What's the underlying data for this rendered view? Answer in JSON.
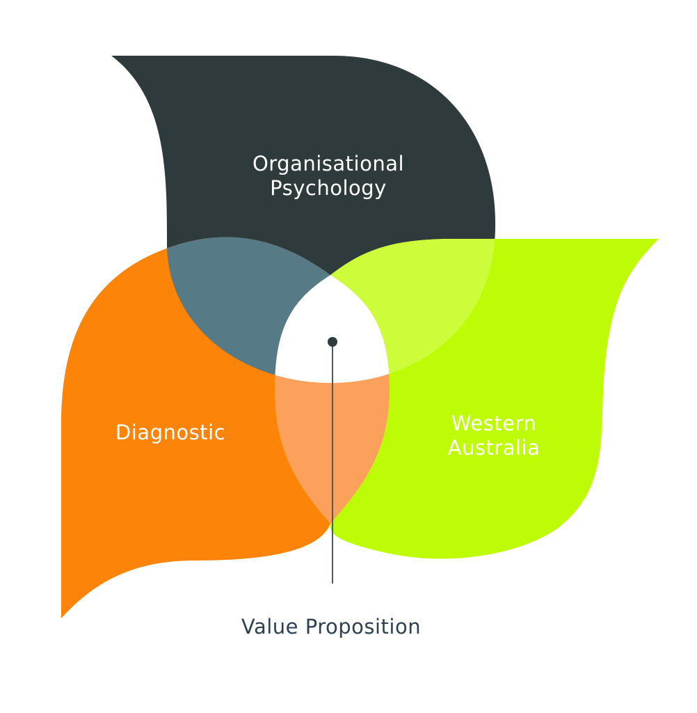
{
  "diagram": {
    "petals": {
      "organisational": {
        "line1": "Organisational",
        "line2": "Psychology",
        "color": "#2f3a3c"
      },
      "diagnostic": {
        "label": "Diagnostic",
        "color": "#fb8409"
      },
      "western_australia": {
        "line1": "Western",
        "line2": "Australia",
        "color": "#bdfb07"
      }
    },
    "overlaps": {
      "organisational_diagnostic": "#567a86",
      "organisational_western": "#cdfc3a",
      "diagnostic_western": "#fca15b",
      "center": "#ffffff"
    },
    "center_label": "Value Proposition",
    "center_label_color": "#2f4150"
  }
}
